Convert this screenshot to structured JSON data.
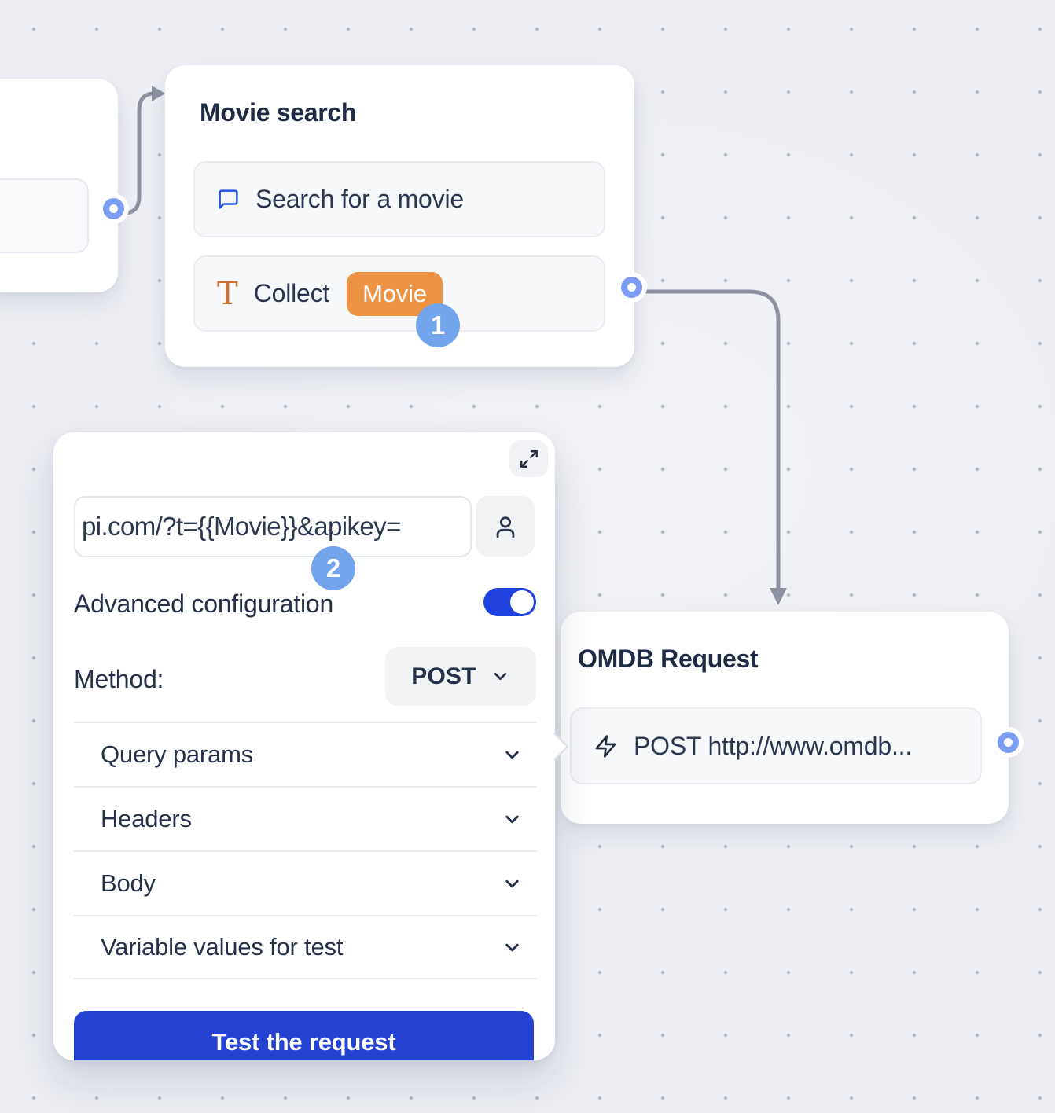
{
  "flow": {
    "movie_search_node": {
      "title": "Movie search",
      "items": [
        {
          "icon": "chat-bubble-icon",
          "label": "Search for a movie"
        },
        {
          "icon": "text-collect-icon",
          "label": "Collect",
          "variable_chip": "Movie"
        }
      ]
    },
    "omdb_node": {
      "title": "OMDB Request",
      "request_label": "POST http://www.omdb..."
    },
    "step_badges": [
      {
        "value": "1"
      },
      {
        "value": "2"
      }
    ]
  },
  "request_panel": {
    "url_input_value": "pi.com/?t={{Movie}}&apikey=",
    "advanced_configuration_label": "Advanced configuration",
    "advanced_configuration_enabled": true,
    "method_label": "Method:",
    "method_value": "POST",
    "sections": [
      {
        "label": "Query params"
      },
      {
        "label": "Headers"
      },
      {
        "label": "Body"
      },
      {
        "label": "Variable values for test"
      }
    ],
    "test_button_label": "Test the request"
  },
  "colors": {
    "canvas_background": "#edeff4",
    "grid_dot": "#94a0b6",
    "card_background": "#ffffff",
    "item_background": "#f7f8fa",
    "item_border": "#e9ecf1",
    "title_text": "#1f2a44",
    "body_text": "#2a364f",
    "primary_blue": "#2443d2",
    "toggle_blue": "#1e40dc",
    "chip_orange": "#ec9344",
    "step_badge_blue": "#73a5ec",
    "connector_gray": "#8b919f",
    "port_ring_blue": "#7b9df3",
    "chat_icon_blue": "#2551e8",
    "t_icon_orange": "#cb7030"
  }
}
